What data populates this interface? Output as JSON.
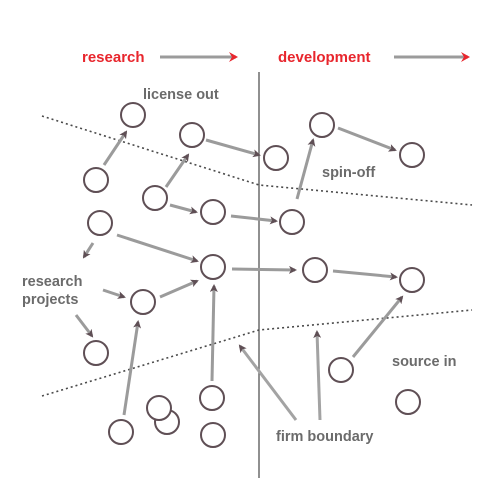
{
  "header": {
    "research_label": "research",
    "development_label": "development",
    "accent_color": "#e8262d"
  },
  "labels": {
    "license_out": "license out",
    "spin_off": "spin-off",
    "research_projects_line1": "research",
    "research_projects_line2": "projects",
    "source_in": "source in",
    "firm_boundary": "firm boundary"
  },
  "colors": {
    "node_stroke": "#5f4f55",
    "arrow_to_node": "#9b9b9b",
    "arrow_from_label": "#a3a3a3",
    "arrowhead": "#5f4f55",
    "boundary_line": "#4a4a4a",
    "divider_line": "#555555",
    "label_text": "#6b6b6b"
  }
}
